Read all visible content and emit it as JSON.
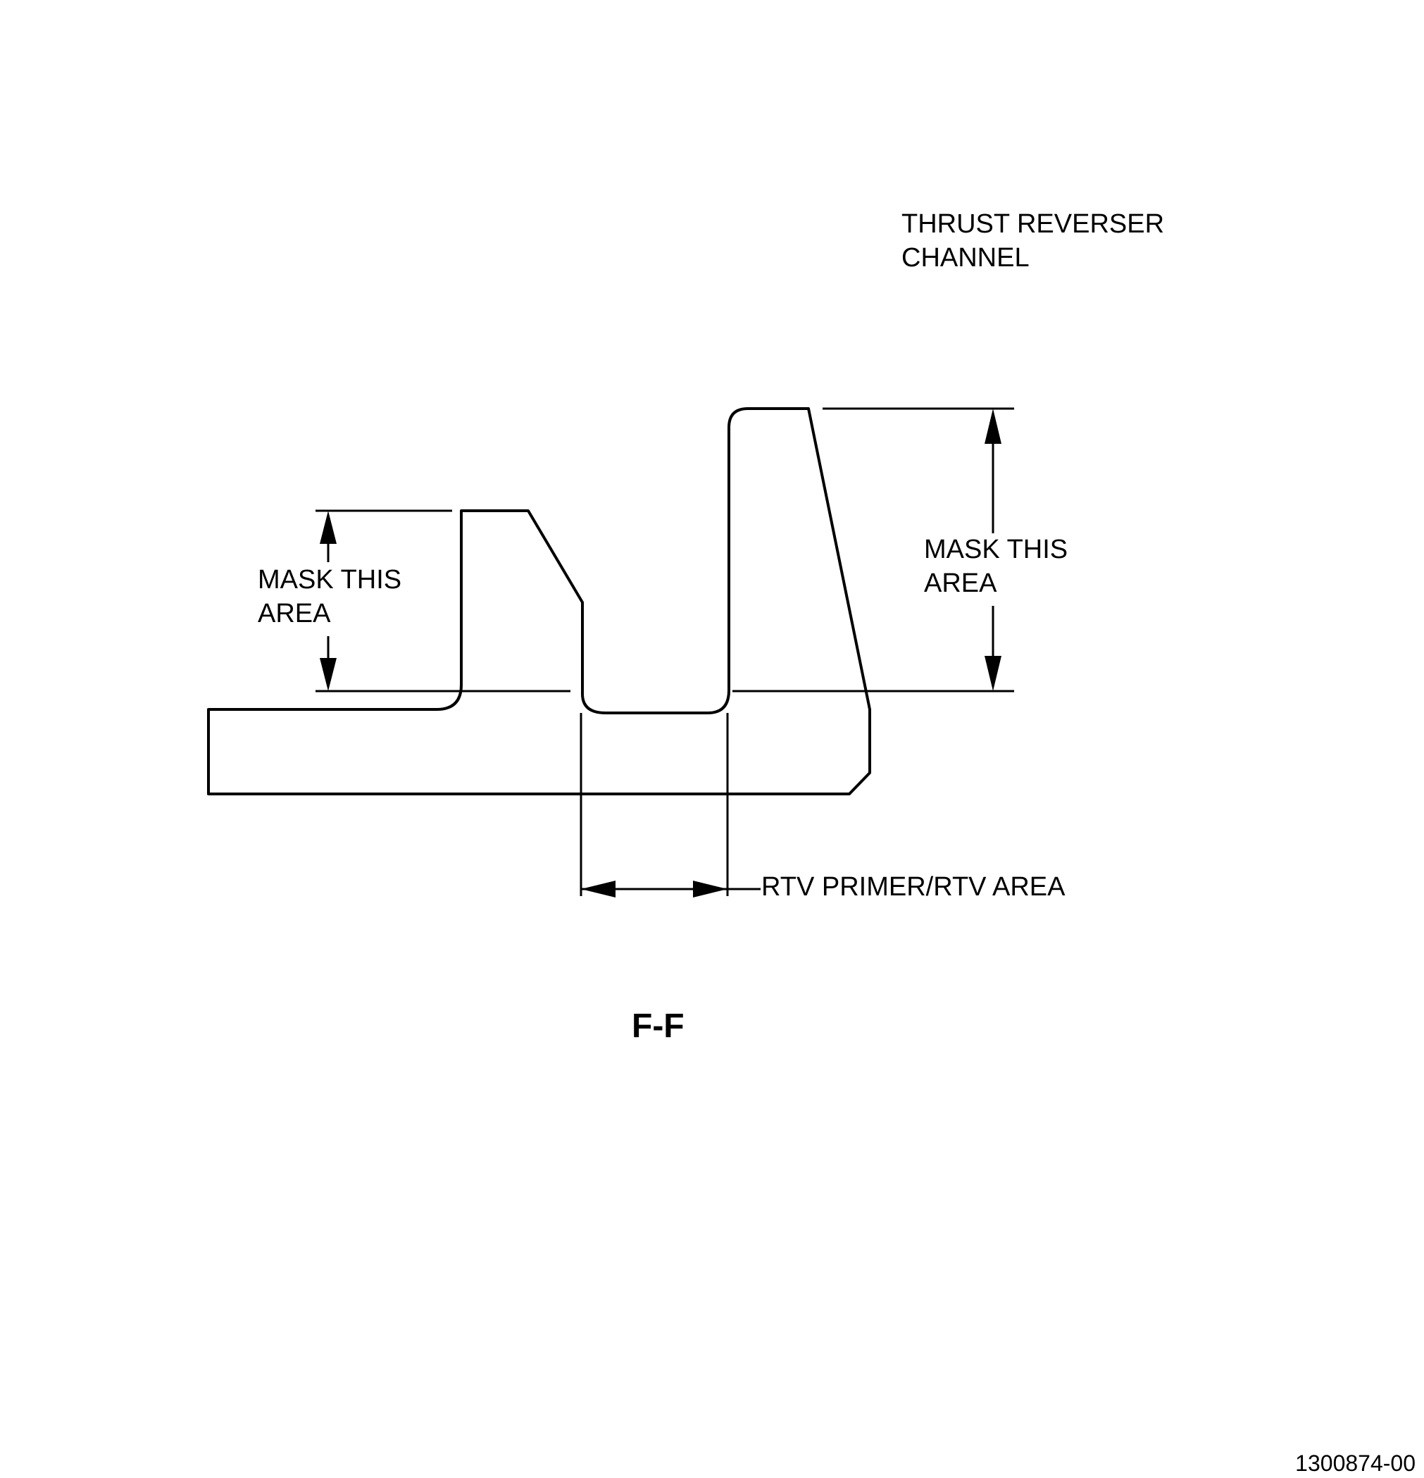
{
  "labels": {
    "part_name_line1": "THRUST REVERSER",
    "part_name_line2": "CHANNEL",
    "mask_left_line1": "MASK THIS",
    "mask_left_line2": "AREA",
    "mask_right_line1": "MASK THIS",
    "mask_right_line2": "AREA",
    "rtv_area": "RTV PRIMER/RTV AREA",
    "section_title": "F-F",
    "drawing_number": "1300874-00"
  },
  "colors": {
    "line": "#000000",
    "background": "#ffffff"
  }
}
